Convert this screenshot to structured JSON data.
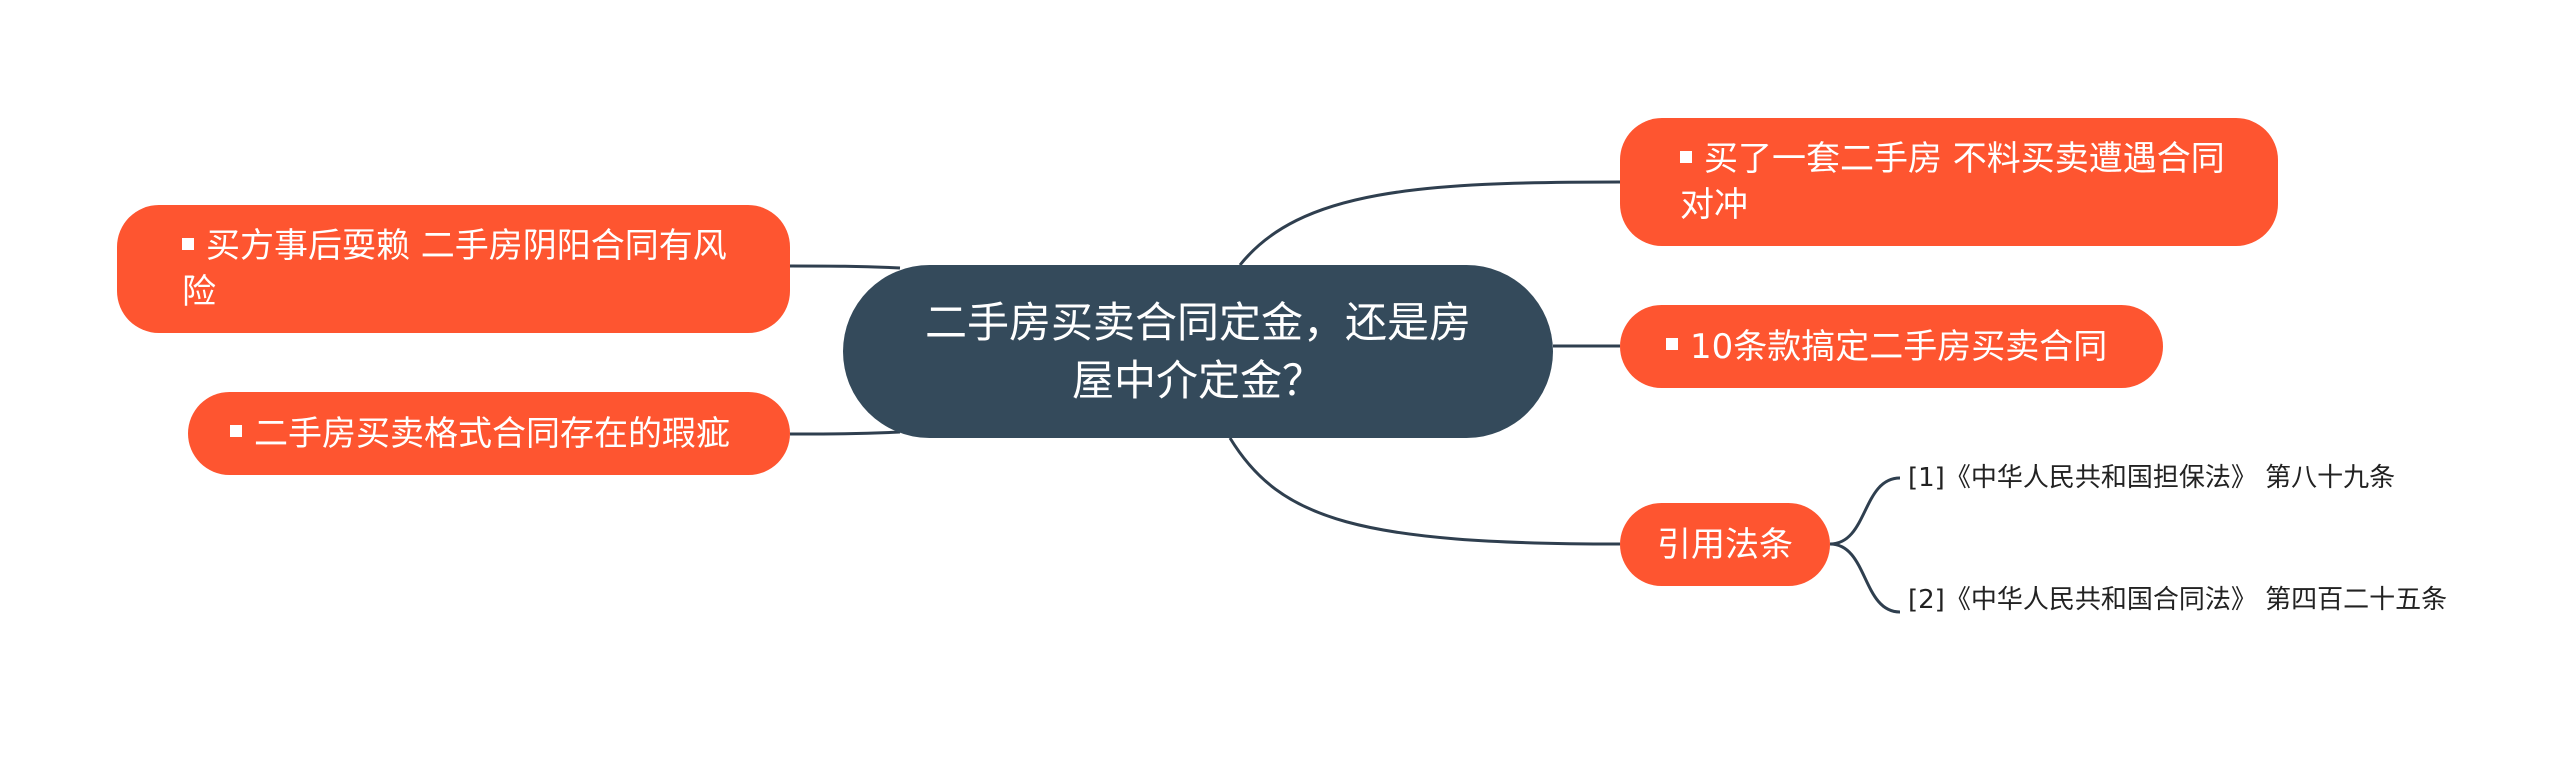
{
  "center": {
    "title": "二手房买卖合同定金，还是房屋中介定金？"
  },
  "left_topics": [
    {
      "label": "买方事后耍赖 二手房阴阳合同有风险"
    },
    {
      "label": "二手房买卖格式合同存在的瑕疵"
    }
  ],
  "right_topics": [
    {
      "label": "买了一套二手房 不料买卖遭遇合同对冲"
    },
    {
      "label": "10条款搞定二手房买卖合同"
    },
    {
      "label": "引用法条",
      "children": [
        {
          "label": "[1]《中华人民共和国担保法》 第八十九条"
        },
        {
          "label": "[2]《中华人民共和国合同法》 第四百二十五条"
        }
      ]
    }
  ],
  "colors": {
    "center_fill": "#344a5b",
    "topic_fill": "#fe5530",
    "connector": "#2f3f4f",
    "text_on_topic": "#ffffff",
    "leaf_text": "#222222"
  }
}
